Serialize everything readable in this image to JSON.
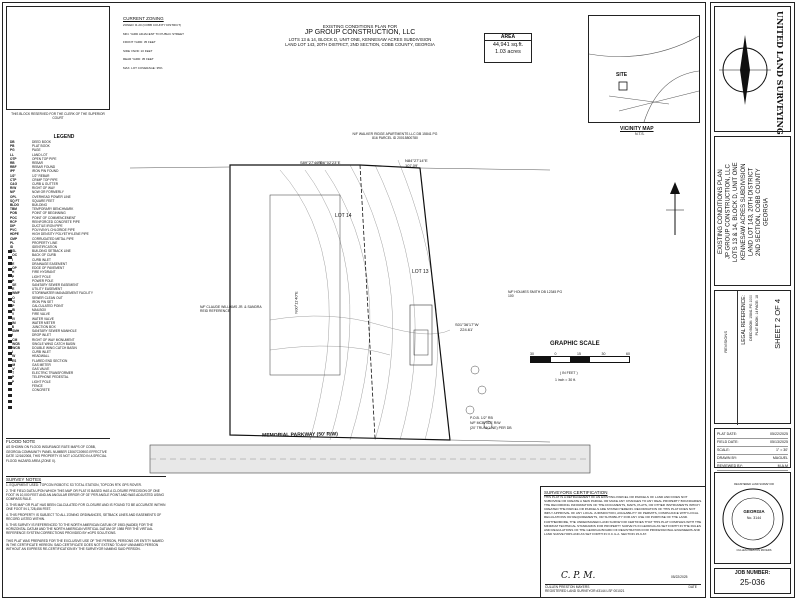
{
  "header": {
    "line1": "EXISTING CONDITIONS PLAN FOR",
    "line2": "JP GROUP CONSTRUCTION, LLC",
    "line3": "LOTS 13 & 14, BLOCK D, UNIT ONE, KENNESAW ACRES SUBDIVISION",
    "line4": "LAND LOT 143, 20TH DISTRICT, 2ND SECTION, COBB COUNTY, GEORGIA"
  },
  "zoning": {
    "title": "CURRENT ZONING",
    "lines": [
      "ZONED: R-20 (COBB COUNTY DISTRICT)",
      "MIN. YARD ADJACENT TO PUBLIC STREET",
      "FRONT YARD: 35 FEET",
      "SIDE YARD: 10 FEET",
      "REAR YARD: 35 FEET",
      "MAX. LOT COVERAGE: 35%"
    ]
  },
  "clerk_box": {
    "text": "THIS BLOCK RESERVED FOR THE CLERK OF THE SUPERIOR COURT"
  },
  "area": {
    "title": "AREA",
    "sqft": "44,941 sq.ft.",
    "acres": "1.03 acres"
  },
  "vicinity": {
    "title": "VICINITY MAP",
    "nts": "N.T.S.",
    "site": "SITE"
  },
  "legend": {
    "title": "LEGEND",
    "items": [
      [
        "DB",
        "DEED BOOK"
      ],
      [
        "PB",
        "PLAT BOOK"
      ],
      [
        "PG",
        "PAGE"
      ],
      [
        "LL",
        "LAND LOT"
      ],
      [
        "OTP",
        "OPEN TOP PIPE"
      ],
      [
        "RB",
        "REBAR"
      ],
      [
        "RBF",
        "REBAR FOUND"
      ],
      [
        "IPF",
        "IRON PIN FOUND"
      ],
      [
        "1/2\"",
        "1/2\" REBAR"
      ],
      [
        "CTP",
        "CRIMP TOP PIPE"
      ],
      [
        "C&G",
        "CURB & GUTTER"
      ],
      [
        "R/W",
        "RIGHT OF WAY"
      ],
      [
        "N/F",
        "NOW OR FORMERLY"
      ],
      [
        "OPL",
        "OVERHEAD POWER LINE"
      ],
      [
        "SQ FT",
        "SQUARE FEET"
      ],
      [
        "BLDG",
        "BUILDING"
      ],
      [
        "TBM",
        "TEMPORARY BENCHMARK"
      ],
      [
        "POB",
        "POINT OF BEGINNING"
      ],
      [
        "POC",
        "POINT OF COMMENCEMENT"
      ],
      [
        "RCP",
        "REINFORCED CONCRETE PIPE"
      ],
      [
        "DIP",
        "DUCTILE IRON PIPE"
      ],
      [
        "PVC",
        "POLYVINYL CHLORIDE PIPE"
      ],
      [
        "HDPE",
        "HIGH DENSITY POLYETHYLENE PIPE"
      ],
      [
        "CMP",
        "CORRUGATED METAL PIPE"
      ],
      [
        "PL",
        "PROPERTY LINE"
      ],
      [
        "ID",
        "IDENTIFICATION"
      ],
      [
        "BSL",
        "BUILDING SETBACK LINE"
      ],
      [
        "BOC",
        "BACK OF CURB"
      ],
      [
        "CI",
        "CURB INLET"
      ],
      [
        "DE",
        "DRAINAGE EASEMENT"
      ],
      [
        "EOP",
        "EDGE OF PAVEMENT"
      ],
      [
        "FH",
        "FIRE HYDRANT"
      ],
      [
        "LP",
        "LIGHT POLE"
      ],
      [
        "PP",
        "POWER POLE"
      ],
      [
        "SSE",
        "SANITARY SEWER EASEMENT"
      ],
      [
        "UE",
        "UTILITY EASEMENT"
      ],
      [
        "SWMF",
        "STORMWATER MANAGEMENT FACILITY"
      ],
      [
        "CO",
        "SEWER CLEAN OUT"
      ],
      [
        "IPS",
        "IRON PIN SET"
      ],
      [
        "CP",
        "CALCULATED POINT"
      ],
      [
        "MB",
        "MAILBOX"
      ],
      [
        "FV",
        "FIRE VALVE"
      ],
      [
        "WV",
        "WATER VALVE"
      ],
      [
        "WM",
        "WATER METER"
      ],
      [
        "JB",
        "JUNCTION BOX"
      ],
      [
        "SSMH",
        "SANITARY SEWER MANHOLE"
      ],
      [
        "DI",
        "DROP INLET"
      ],
      [
        "RCM",
        "RIGHT OF WAY MONUMENT"
      ],
      [
        "SWCB",
        "SINGLE WING CATCH BASIN"
      ],
      [
        "DWCB",
        "DOUBLE WING CATCH BASIN"
      ],
      [
        "CI",
        "CURB INLET"
      ],
      [
        "HW",
        "HEADWALL"
      ],
      [
        "FES",
        "FLARED END SECTION"
      ],
      [
        "GM",
        "GAS METER"
      ],
      [
        "GV",
        "GAS VALVE"
      ],
      [
        "ET",
        "ELECTRIC TRANSFORMER"
      ],
      [
        "TP",
        "TELEPHONE PEDESTAL"
      ],
      [
        "LP",
        "LIGHT POLE"
      ],
      [
        "",
        "FENCE"
      ],
      [
        "",
        "CONCRETE"
      ]
    ]
  },
  "flood": {
    "title": "FLOOD NOTE",
    "text": "AS SHOWN ON FLOOD INSURANCE RATE MAPS OF COBB, GEORGIA COMMUNITY PANEL NUMBER 13067C0090G EFFECTIVE DATE 12/16/2008, THIS PROPERTY IS NOT LOCATED IN A SPECIAL FLOOD HAZARD AREA (ZONE X)."
  },
  "notes": {
    "title": "SURVEY NOTES",
    "items": [
      "1. EQUIPMENT USED: TOPCON ROBOTIC S3 TOTAL STATION, TOPCON RTK GPS ROVER.",
      "2. THE FIELD DATA UPON WHICH THIS MAP OR PLAT IS BASED HAS A CLOSURE PRECISION OF ONE FOOT IN 10,000 FEET AND AN ANGULAR ERROR OF 03\" PER ANGLE POINT AND WAS ADJUSTED USING COMPASS RULE.",
      "3. THIS MAP OR PLAT HAS BEEN CALCULATED FOR CLOSURE AND IS FOUND TO BE ACCURATE WITHIN ONE FOOT IN 1,728,456 FEET.",
      "4. THIS PROPERTY IS SUBJECT TO ALL ZONING ORDINANCES, SETBACK LINES AND EASEMENTS OF RECORD LISTED WITHIN.",
      "5. THIS SURVEY IS REFERENCED TO THE NORTH AMERICAN DATUM OF 1983 (NAD83) FOR THE HORIZONTAL DATUM AND THE NORTH AMERICAN VERTICAL DATUM OF 1988 PER THE VIRTUAL REFERENCE SYSTEM CORRECTIONS PROVIDED BY eGPS SOLUTIONS."
    ],
    "footer": "THIS PLAT WAS PREPARED FOR THE EXCLUSIVE USE OF THE PERSON, PERSONS OR ENTITY NAMED IN THE CERTIFICATE HEREON. SAID CERTIFICATE DOES NOT EXTEND TO ANY UNNAMED PERSON WITHOUT AN EXPRESS RE-CERTIFICATION BY THE SURVEYOR NAMING SAID PERSON."
  },
  "certification": {
    "title": "SURVEYORS CERTIFICATION",
    "text": "THIS PLAT IS A RETRACEMENT OF AN EXISTING PARCEL OR PARCELS OF LAND AND DOES NOT SUBDIVIDE OR CREATE A NEW PARCEL OR MAKE ANY CHANGES TO ANY REAL PROPERTY BOUNDARIES. THE RECORDING INFORMATION OF THE DOCUMENTS, MAPS, PLATS, OR OTHER INSTRUMENTS WHICH CREATED THE PARCEL OR PARCELS ARE STATED HEREON. RECORDATION OF THIS PLAT DOES NOT IMPLY APPROVAL OF ANY LOCAL JURISDICTION, AVAILABILITY OF PERMITS, COMPLIANCE WITH LOCAL REGULATIONS OR REQUIREMENTS, OR SUITABILITY FOR ANY USE OR PURPOSE OF THE LAND. FURTHERMORE, THE UNDERSIGNED LAND SURVEYOR CERTIFIES THAT THIS PLAT COMPLIES WITH THE MINIMUM TECHNICAL STANDARDS FOR PROPERTY SURVEYS IN GEORGIA AS SET FORTH IN THE RULES AND REGULATIONS OF THE GEORGIA BOARD OF REGISTRATION FOR PROFESSIONAL ENGINEERS AND LAND SURVEYORS AND AS SET FORTH IN O.C.G.A. SECTION 15-6-67.",
    "signer": "CULLEN PRESTON MAYERS",
    "reg": "REGISTERED LAND SURVEYOR #3144 LSF 001021",
    "date": "05/22/2025",
    "date_label": "DATE"
  },
  "graphic_scale": {
    "title": "GRAPHIC SCALE",
    "unit": "( IN FEET )",
    "ratio": "1 inch = 30 ft.",
    "ticks": [
      "30",
      "0",
      "15",
      "30",
      "60"
    ]
  },
  "plan": {
    "road": "MEMORIAL PARKWAY (50' R/W)",
    "lot13": "LOT 13",
    "lot14": "LOT 14",
    "call1": "N84°27'14\"E",
    "call1b": "107.09'",
    "call2": "S06°02'23\"E",
    "call3": "S01°36'17\"W",
    "call3b": "224.61'",
    "call4": "N00°11'40\"E",
    "call5": "S89°27'46\"E",
    "pob": "P.O.B. 1/2\" RB",
    "pob2": "N/F MCBRIDE R/W",
    "pob3": "(20' TRUNKLINE) PER DB",
    "nbr_w": "N/F CLAUDE WILLIAMS JR. & SANDRA REID REFERENCE",
    "nbr_e": "N/F HOLMES SMITH DB 12345 PG 100",
    "nbr_n": "N/F WALKER RIDGE APARTMENTS LLC DB 15841 PG 816 PARCEL ID 20015800780"
  },
  "vertical_titles": {
    "company": "UNITED LAND SURVEYING",
    "project": "EXISTING CONDITIONS PLAN",
    "client": "JP GROUP CONSTRUCTION, LLC",
    "lots": "LOTS 13 & 14, BLOCK D, UNIT ONE",
    "sub": "KENNESAW ACRES SUBDIVISION",
    "land": "LAND LOT 143, 20TH DISTRICT",
    "sect": "2ND SECTION, COBB COUNTY",
    "state": "GEORGIA",
    "revisions": "REVISIONS",
    "legal": "LEGAL REFERENCE:",
    "legal_db": "DEED BOOK: 15841 PG 1000",
    "legal_pb": "PLAT BOOK: 14 PAGE: 18",
    "sheet": "SHEET 2 OF 4"
  },
  "info": [
    [
      "PLAT DATE:",
      "05/22/2025"
    ],
    [
      "FIELD DATE:",
      "05/13/2025"
    ],
    [
      "SCALE:",
      "1\" = 30'"
    ],
    [
      "DRAWN BY:",
      "MAGUEL"
    ],
    [
      "REVIEWED BY:",
      "M.A.M"
    ]
  ],
  "seal": {
    "outer": "REGISTERED LAND SURVEYOR",
    "state": "GEORGIA",
    "no": "No. 3144",
    "name": "CULLEN PRESTON MAYERS"
  },
  "job": {
    "label": "JOB NUMBER:",
    "value": "25-036"
  }
}
